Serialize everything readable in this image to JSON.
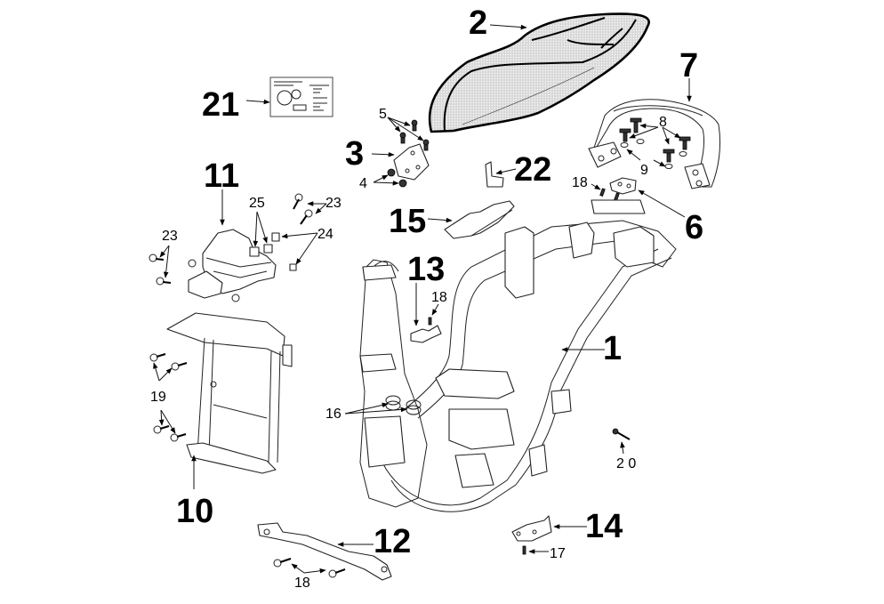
{
  "diagram": {
    "title": "Frame and body parts exploded view",
    "callouts": [
      {
        "id": "label-1",
        "text": "1",
        "part": "main-frame"
      },
      {
        "id": "label-2",
        "text": "2",
        "part": "seat"
      },
      {
        "id": "label-3",
        "text": "3",
        "part": "seat-hinge"
      },
      {
        "id": "label-4",
        "text": "4",
        "part": "hinge-nuts"
      },
      {
        "id": "label-5",
        "text": "5",
        "part": "hinge-screws"
      },
      {
        "id": "label-6",
        "text": "6",
        "part": "seat-lock-bracket"
      },
      {
        "id": "label-7",
        "text": "7",
        "part": "rear-grab-rail"
      },
      {
        "id": "label-8",
        "text": "8",
        "part": "grab-rail-bolts"
      },
      {
        "id": "label-9",
        "text": "9",
        "part": "grab-rail-washers"
      },
      {
        "id": "label-10",
        "text": "10",
        "part": "front-subframe"
      },
      {
        "id": "label-11",
        "text": "11",
        "part": "battery-holder"
      },
      {
        "id": "label-12",
        "text": "12",
        "part": "lower-bracket-bar"
      },
      {
        "id": "label-13",
        "text": "13",
        "part": "small-bracket"
      },
      {
        "id": "label-14",
        "text": "14",
        "part": "side-bracket"
      },
      {
        "id": "label-15",
        "text": "15",
        "part": "mount-plate"
      },
      {
        "id": "label-16",
        "text": "16",
        "part": "rubber-rings"
      },
      {
        "id": "label-17",
        "text": "17",
        "part": "screw"
      },
      {
        "id": "label-18a",
        "text": "18",
        "part": "screws-rail"
      },
      {
        "id": "label-18b",
        "text": "18",
        "part": "screw-bracket"
      },
      {
        "id": "label-18c",
        "text": "18",
        "part": "screws-lower"
      },
      {
        "id": "label-19",
        "text": "19",
        "part": "subframe-screws"
      },
      {
        "id": "label-20",
        "text": "2 0",
        "part": "bolt"
      },
      {
        "id": "label-21",
        "text": "21",
        "part": "warning-label"
      },
      {
        "id": "label-22",
        "text": "22",
        "part": "small-clip"
      },
      {
        "id": "label-23a",
        "text": "23",
        "part": "battery-holder-screws-right"
      },
      {
        "id": "label-23b",
        "text": "23",
        "part": "battery-holder-screws-left"
      },
      {
        "id": "label-24",
        "text": "24",
        "part": "clip-nuts"
      },
      {
        "id": "label-25",
        "text": "25",
        "part": "clips"
      }
    ]
  }
}
